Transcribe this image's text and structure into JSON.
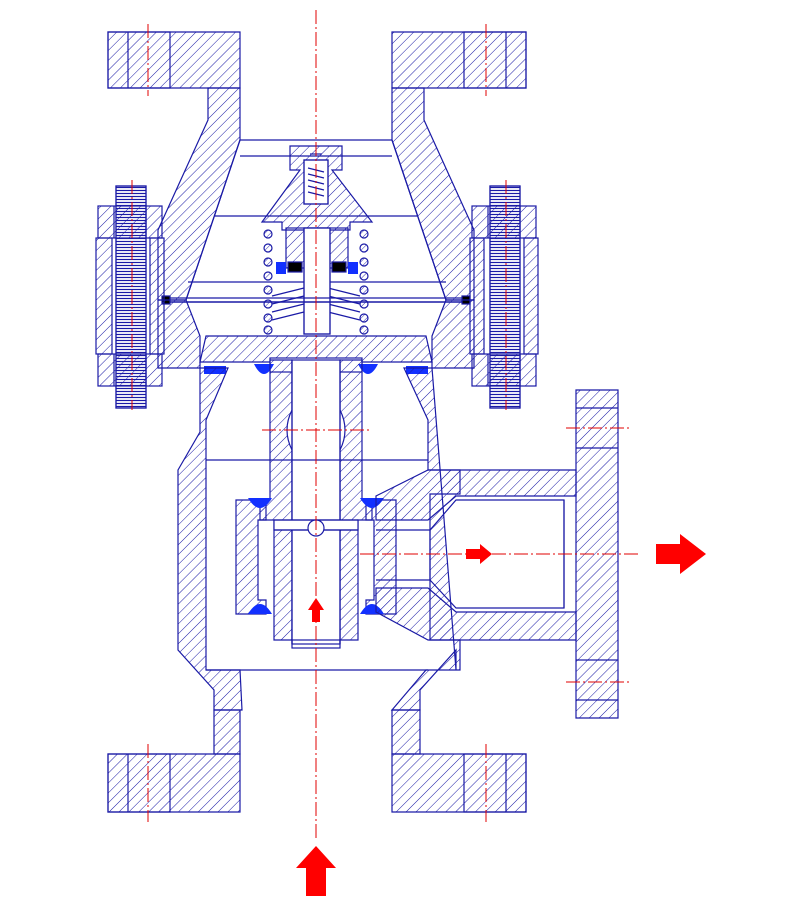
{
  "diagram": {
    "kind": "valve-cross-section",
    "colors": {
      "background": "#ffffff",
      "outline": "#1a1aa6",
      "hatch": "#1a1aa6",
      "seal": "#1230ff",
      "gasket": "#000000",
      "centerline": "#e00000",
      "flow_arrow": "#ff0000"
    },
    "flow": {
      "inlet_direction": "up",
      "outlet_direction": "right"
    },
    "parts": [
      "top-flange",
      "upper-neck",
      "bonnet-cone",
      "pilot-cap",
      "pilot-spring",
      "main-spring",
      "diaphragm",
      "piston-plate",
      "stem",
      "cage",
      "lower-body",
      "bottom-flange",
      "outlet-nozzle",
      "side-flange",
      "left-bolt",
      "right-bolt"
    ]
  }
}
